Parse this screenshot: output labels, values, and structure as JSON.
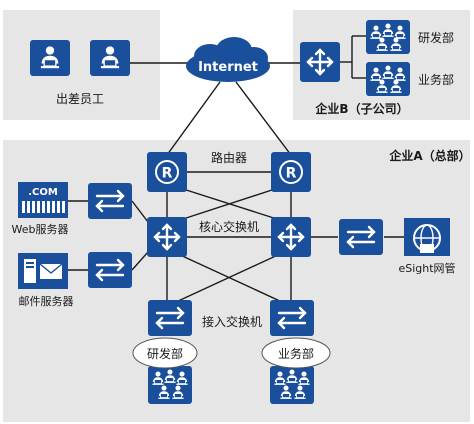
{
  "traveling_staff": {
    "label": "出差员工"
  },
  "internet": {
    "label": "Internet"
  },
  "enterprise_b": {
    "label": "企业B（子公司）",
    "dept_rd": "研发部",
    "dept_business": "业务部"
  },
  "enterprise_a": {
    "label": "企业A（总部）",
    "router_label": "路由器",
    "core_switch_label": "核心交换机",
    "access_switch_label": "接入交换机",
    "web_server": {
      "badge": ".COM",
      "label": "Web服务器"
    },
    "mail_server": {
      "label": "邮件服务器"
    },
    "esight": {
      "label": "eSight网管"
    },
    "dept_rd": "研发部",
    "dept_business": "业务部"
  },
  "colors": {
    "device_blue": "#1a4f9c",
    "region_gray": "#e6e6e6",
    "line": "#1a1a1a"
  }
}
